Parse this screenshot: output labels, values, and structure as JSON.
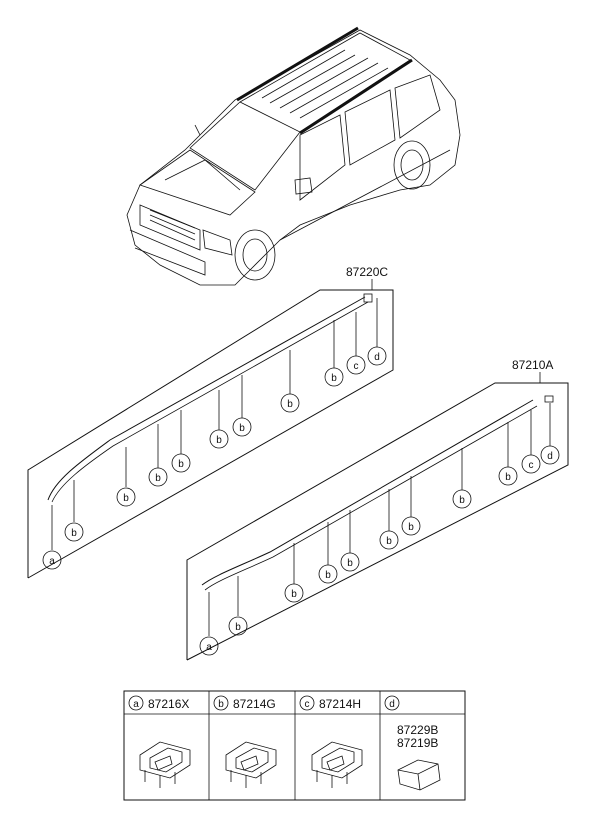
{
  "callouts": {
    "a": "a",
    "b": "b",
    "c": "c",
    "d": "d"
  },
  "groups": {
    "upper": {
      "part_number": "87220C"
    },
    "lower": {
      "part_number": "87210A"
    }
  },
  "legend": [
    {
      "letter": "a",
      "parts": [
        "87216X"
      ]
    },
    {
      "letter": "b",
      "parts": [
        "87214G"
      ]
    },
    {
      "letter": "c",
      "parts": [
        "87214H"
      ]
    },
    {
      "letter": "d",
      "parts": [
        "87229B",
        "87219B"
      ]
    }
  ]
}
